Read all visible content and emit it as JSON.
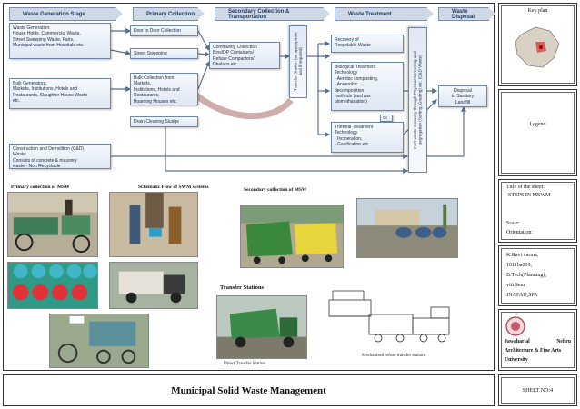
{
  "flowchart": {
    "stages": [
      "Waste Generation Stage",
      "Primary Collection",
      "Secondary Collection & Transportation",
      "Waste Treatment",
      "Waste Disposal"
    ],
    "sources": [
      "Waste Generation:\nHouse Holds, Commercial Waste,\nStreet Sweeping Waste, Fairs,\nMunicipal waste from Hospitals etc.",
      "Bulk Generators:\nMarkets, Institutions, Hotels and\nRestaurants, Slaughter House Waste\netc.",
      "Construction and Demolition (C&D)\nWaste:\nConsists of concrete & masonry\nwaste - Non Recyclable"
    ],
    "primary": [
      "Door to Door Collection",
      "Street Sweeping",
      "Bulk Collection from\nMarkets,\nInstitutions, Hotels and\nRestaurants,\nBoarding Houses etc.",
      "Drain Cleaning Sludge"
    ],
    "secondary": "Community Collection\nBins/DP Containers/\nRefuse Compactors/\nDhalaos etc.",
    "transfer": "Transfer Station (as appropriate\nand if required)",
    "treatment": [
      "Recovery of\nRecyclable Waste",
      "Biological Treatment\nTechnology\n- Aerobic composting,\n- Anaerobic\ndecomposition\nmethods (such as\nbiomethanation)",
      "Thermal Treatment\nTechnology\n- Incineration,\n- Gasification etc."
    ],
    "or": "Or",
    "recovery": "Inert waste recovery through Physical Screening and\nsegregation (Sorting, Grading) etc. (C&D Waste)",
    "disposal": "Disposal\nin Sanitary\nLandfill"
  },
  "photos": {
    "primary_label": "Primary collection of MSW",
    "schematic_label": "Schematic Flow of SWM systems",
    "secondary_label": "Secondary collection of MSW",
    "transfer_label": "Transfer Stations",
    "direct_caption": "Direct Transfer Station",
    "mech_caption": "Mechanised refuse transfer station"
  },
  "sheet": {
    "main_title": "Municipal Solid Waste Management",
    "key_plan": "Key plan",
    "legend": "Legend",
    "title_label": "Title of the sheet:",
    "title_value": "STEPS IN MSWM",
    "scale": "Scale:",
    "orientation": "Orientation:",
    "author_lines": [
      "K.Ravi varma,",
      "1011ba019,",
      "B.Tech(Planning),",
      "viii Sem",
      "JNAFAU,SPA"
    ],
    "university_lines": [
      "Jawaharlal Nehru",
      "Architecture & Fine Arts",
      "University"
    ],
    "sheet_no": "SHEET NO:4"
  }
}
